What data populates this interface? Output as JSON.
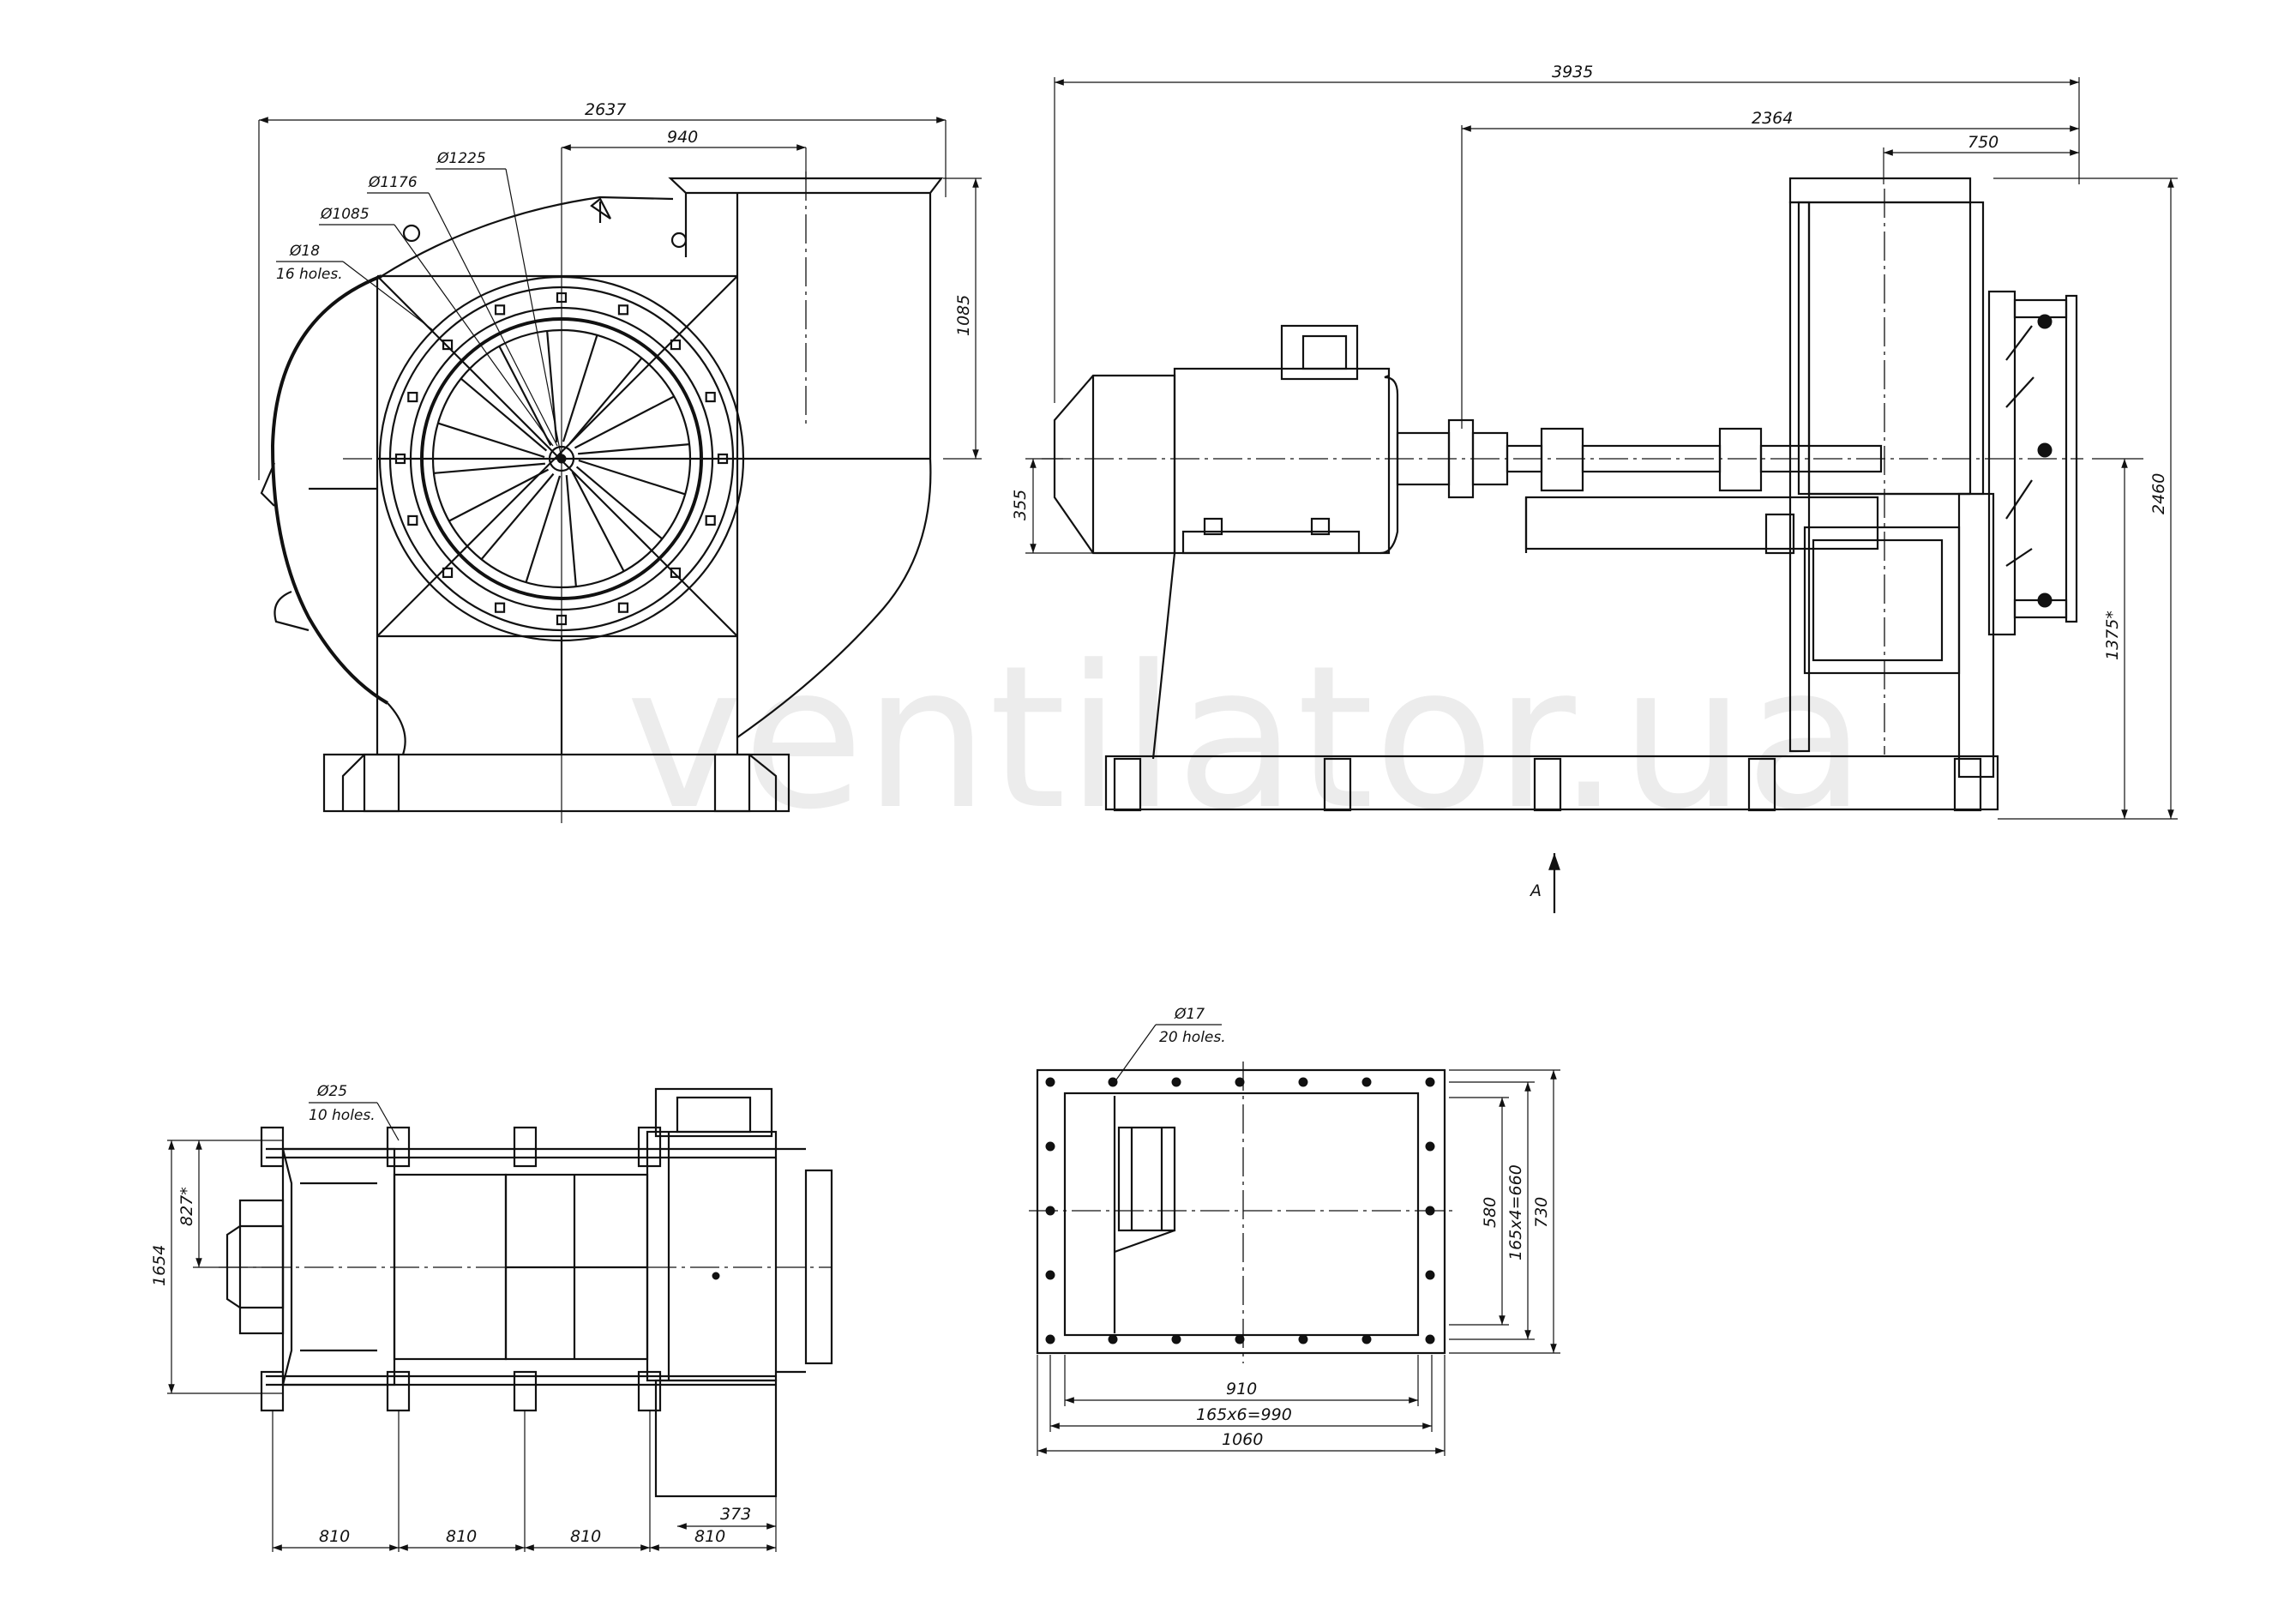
{
  "watermark": "ventilator.ua",
  "view_marker": "A",
  "front_view": {
    "width": "2637",
    "outlet_offset": "940",
    "outlet_height": "1085",
    "dia_1225": "Ø1225",
    "dia_1176": "Ø1176",
    "dia_1085": "Ø1085",
    "hole_dia": "Ø18",
    "hole_count": "16 holes."
  },
  "side_view": {
    "overall_length": "3935",
    "motor_to_outlet": "2364",
    "outlet_width": "750",
    "shaft_height": "355",
    "overall_height": "2460",
    "axis_height": "1375*"
  },
  "plan_view": {
    "hole_dia": "Ø25",
    "hole_count": "10 holes.",
    "span_827": "827*",
    "span_1654": "1654",
    "pitch_1": "810",
    "pitch_2": "810",
    "pitch_3": "810",
    "pitch_4": "810",
    "outlet_offset": "373"
  },
  "flange_view": {
    "hole_dia": "Ø17",
    "hole_count": "20 holes.",
    "inner_width": "910",
    "bolt_pitch_x": "165x6=990",
    "outer_width": "1060",
    "inner_height": "580",
    "bolt_pitch_y": "165x4=660",
    "outer_height": "730"
  }
}
